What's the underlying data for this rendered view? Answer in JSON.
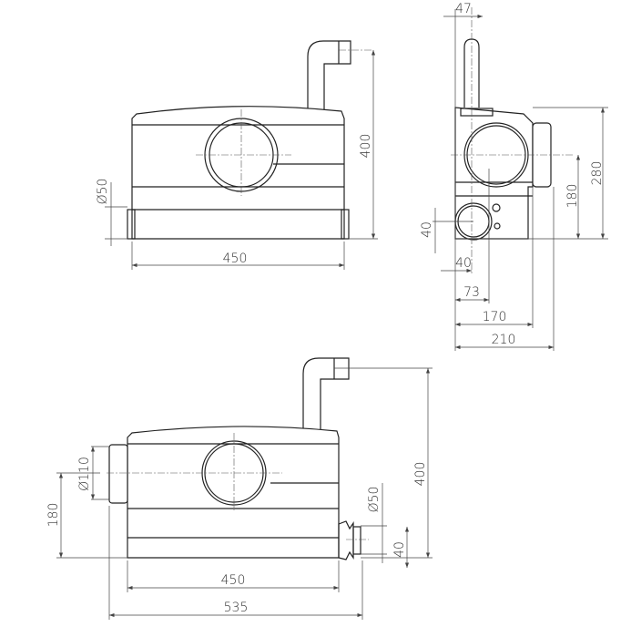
{
  "views": {
    "front_top": {
      "dims": {
        "outlet_diameter": "Ø50",
        "height": "400",
        "width": "450"
      }
    },
    "side": {
      "dims": {
        "pipe_offset": "47",
        "height": "280",
        "inlet_height": "180",
        "outlet_height": "40",
        "outlet_offset": "40",
        "inlet_offset": "73",
        "depth_body": "170",
        "depth_total": "210"
      }
    },
    "front_bottom": {
      "dims": {
        "inlet_diameter": "Ø110",
        "inlet_height": "180",
        "outlet_diameter": "Ø50",
        "outlet_height": "40",
        "height": "400",
        "width_body": "450",
        "width_total": "535"
      }
    }
  },
  "colors": {
    "line": "#222222",
    "background": "#ffffff"
  }
}
